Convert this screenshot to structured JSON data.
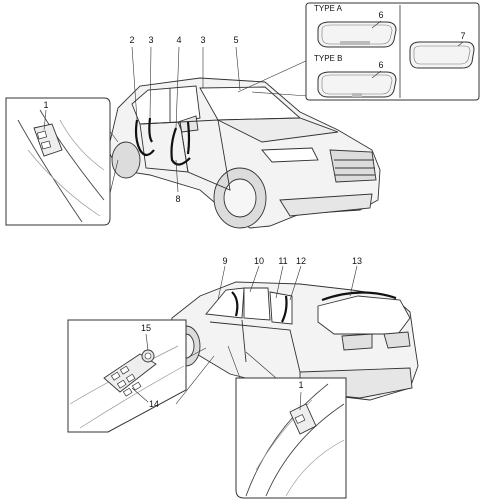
{
  "inset_top_right": {
    "type_a_label": "TYPE A",
    "type_b_label": "TYPE B"
  },
  "callouts": {
    "c1a": "1",
    "c2": "2",
    "c3a": "3",
    "c4": "4",
    "c3b": "3",
    "c5": "5",
    "c6a": "6",
    "c6b": "6",
    "c7": "7",
    "c8": "8",
    "c9": "9",
    "c10": "10",
    "c11": "11",
    "c12": "12",
    "c13": "13",
    "c15": "15",
    "c14": "14",
    "c1b": "1"
  }
}
